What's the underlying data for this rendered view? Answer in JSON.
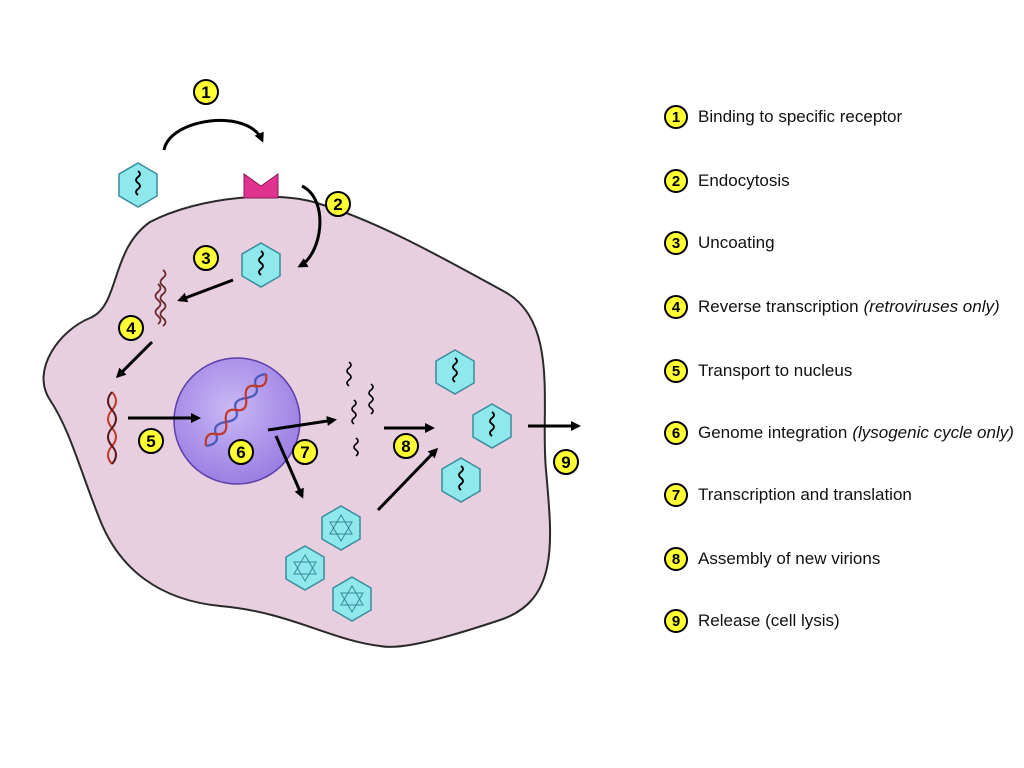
{
  "colors": {
    "cell_fill": "#e8cfe0",
    "cell_stroke": "#2a2a2a",
    "nucleus": "#a58be8",
    "virion": "#8ee8ec",
    "receptor": "#e0338f",
    "badge": "#ffff33",
    "rna_red": "#c0392b",
    "dna_blue": "#4a5ab8"
  },
  "icons": {
    "virion": "hexagon-virion-icon",
    "receptor": "receptor-icon",
    "arrow": "arrow-icon",
    "rna": "rna-strand-icon",
    "dna": "dna-helix-icon"
  },
  "diagram": {
    "markers": [
      "1",
      "2",
      "3",
      "4",
      "5",
      "6",
      "7",
      "8",
      "9"
    ]
  },
  "legend": {
    "items": [
      {
        "num": "1",
        "text": "Binding to specific receptor",
        "note": ""
      },
      {
        "num": "2",
        "text": "Endocytosis",
        "note": ""
      },
      {
        "num": "3",
        "text": "Uncoating",
        "note": ""
      },
      {
        "num": "4",
        "text": "Reverse transcription",
        "note": "(retroviruses only)"
      },
      {
        "num": "5",
        "text": "Transport to nucleus",
        "note": ""
      },
      {
        "num": "6",
        "text": "Genome integration",
        "note": "(lysogenic cycle only)"
      },
      {
        "num": "7",
        "text": "Transcription and translation",
        "note": ""
      },
      {
        "num": "8",
        "text": "Assembly of new virions",
        "note": ""
      },
      {
        "num": "9",
        "text": "Release (cell lysis)",
        "note": ""
      }
    ]
  }
}
